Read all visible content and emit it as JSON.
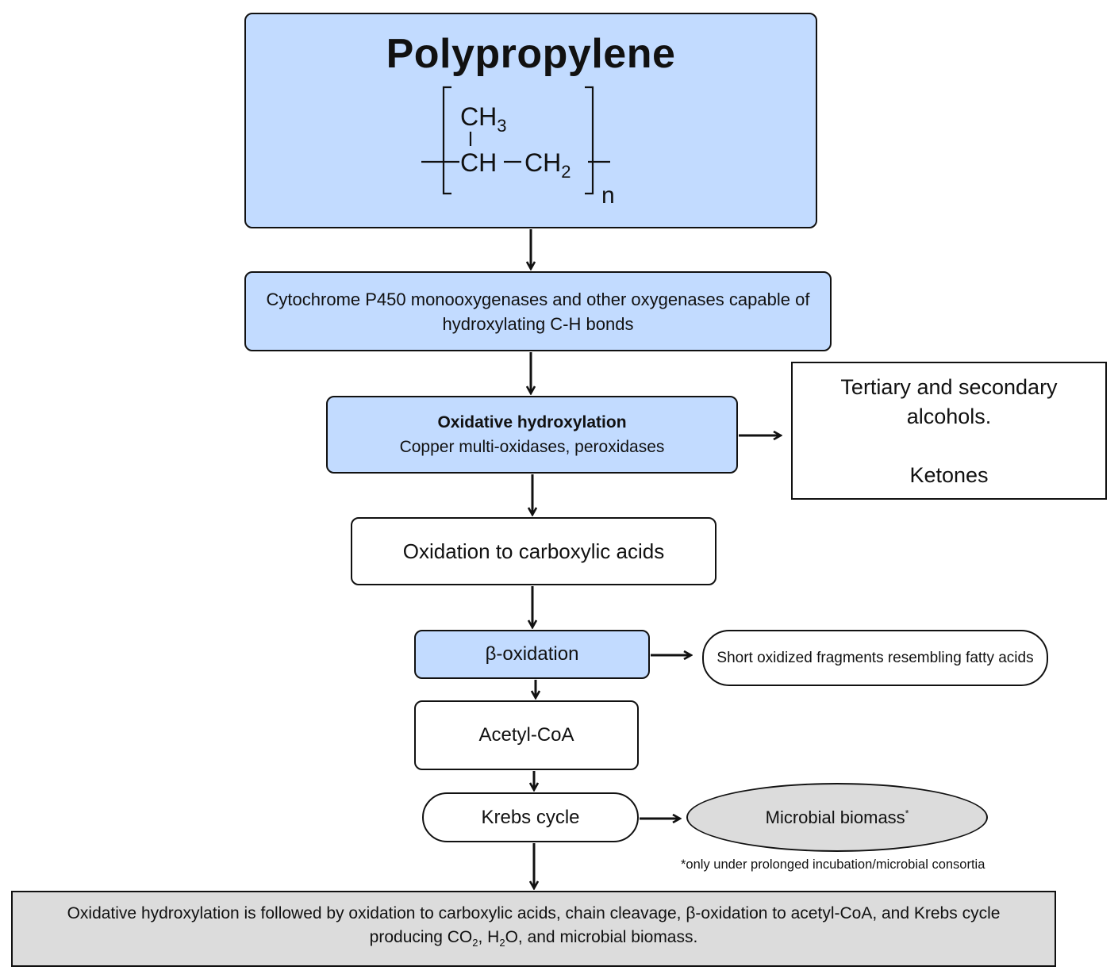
{
  "polypropylene": {
    "title": "Polypropylene",
    "structure": {
      "top_group": "CH",
      "top_sub": "3",
      "chain_left": "CH",
      "chain_right": "CH",
      "chain_right_sub": "2",
      "repeat": "n"
    }
  },
  "step_enzymes": "Cytochrome P450 monooxygenases and other oxygenases capable of hydroxylating C-H bonds",
  "step_hydroxylation": {
    "title": "Oxidative hydroxylation",
    "subtitle": "Copper multi-oxidases, peroxidases"
  },
  "products_alcohols": {
    "line1": "Tertiary and secondary alcohols.",
    "line2": "Ketones"
  },
  "step_carboxylic": "Oxidation to carboxylic acids",
  "step_beta": "β-oxidation",
  "products_fragments": "Short oxidized fragments resembling fatty acids",
  "step_acetyl": "Acetyl-CoA",
  "step_krebs": "Krebs cycle",
  "products_biomass": {
    "label": "Microbial biomass",
    "mark": "*"
  },
  "footnote": "*only under prolonged incubation/microbial consortia",
  "summary": {
    "part1": "Oxidative hydroxylation is followed by oxidation to carboxylic acids, chain cleavage, β-oxidation to acetyl-CoA, and Krebs cycle producing CO",
    "sub1": "2",
    "part2": ", H",
    "sub2": "2",
    "part3": "O, and microbial biomass."
  },
  "colors": {
    "blue_fill": "#c2dbff",
    "grey_fill": "#dcdcdc",
    "stroke": "#111111"
  }
}
